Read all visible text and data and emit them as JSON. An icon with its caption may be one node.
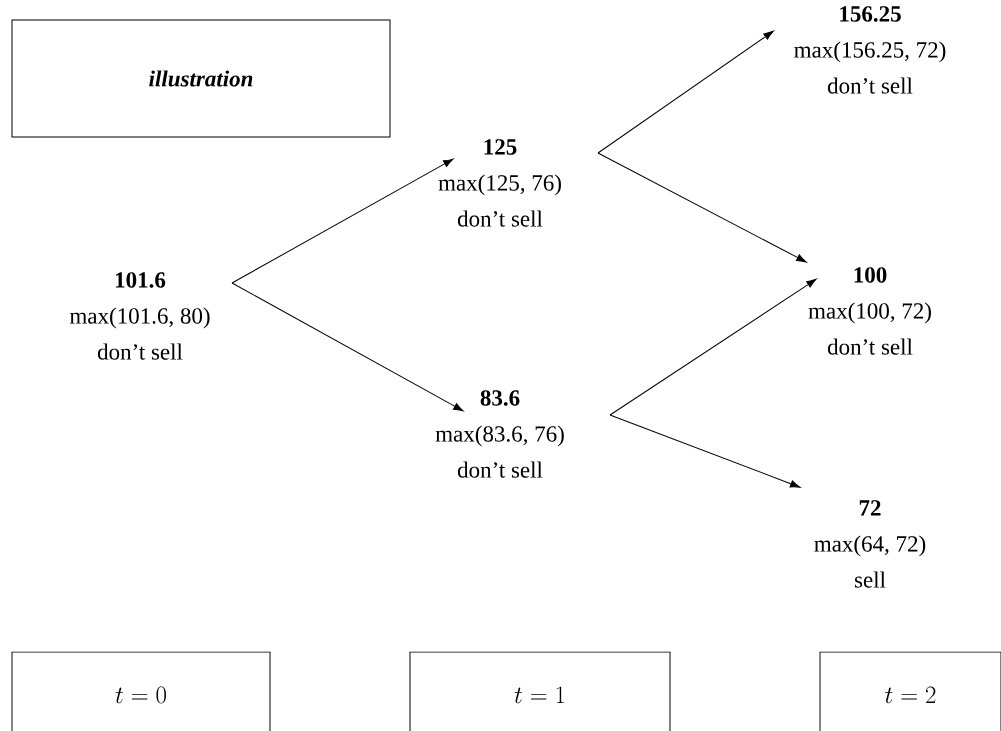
{
  "diagram": {
    "nodes": [
      {
        "text": [
          "illustration"
        ]
      },
      {
        "text": [
          "101.6",
          "max(101.6, 80)",
          "don’t sell"
        ]
      },
      {
        "text": [
          "125",
          "max(125, 76)",
          "don’t sell"
        ]
      },
      {
        "text": [
          "83.6",
          "max(83.6, 76)",
          "don’t sell"
        ]
      },
      {
        "text": [
          "156.25",
          "max(156.25, 72)",
          "don’t sell"
        ]
      },
      {
        "text": [
          "100",
          "max(100, 72)",
          "don’t sell"
        ]
      },
      {
        "text": [
          "72",
          "max(64, 72)",
          "sell"
        ]
      },
      {
        "text": [
          "t = 0"
        ]
      },
      {
        "text": [
          "t = 1"
        ]
      },
      {
        "text": [
          "t = 2"
        ]
      }
    ],
    "edges": [
      {
        "from": 1,
        "to": 2,
        "arrow": "to"
      },
      {
        "from": 1,
        "to": 3,
        "arrow": "to"
      },
      {
        "from": 2,
        "to": 4,
        "arrow": "to"
      },
      {
        "from": 2,
        "to": 5,
        "arrow": "to"
      },
      {
        "from": 3,
        "to": 5,
        "arrow": "to"
      },
      {
        "from": 3,
        "to": 6,
        "arrow": "to"
      }
    ]
  }
}
